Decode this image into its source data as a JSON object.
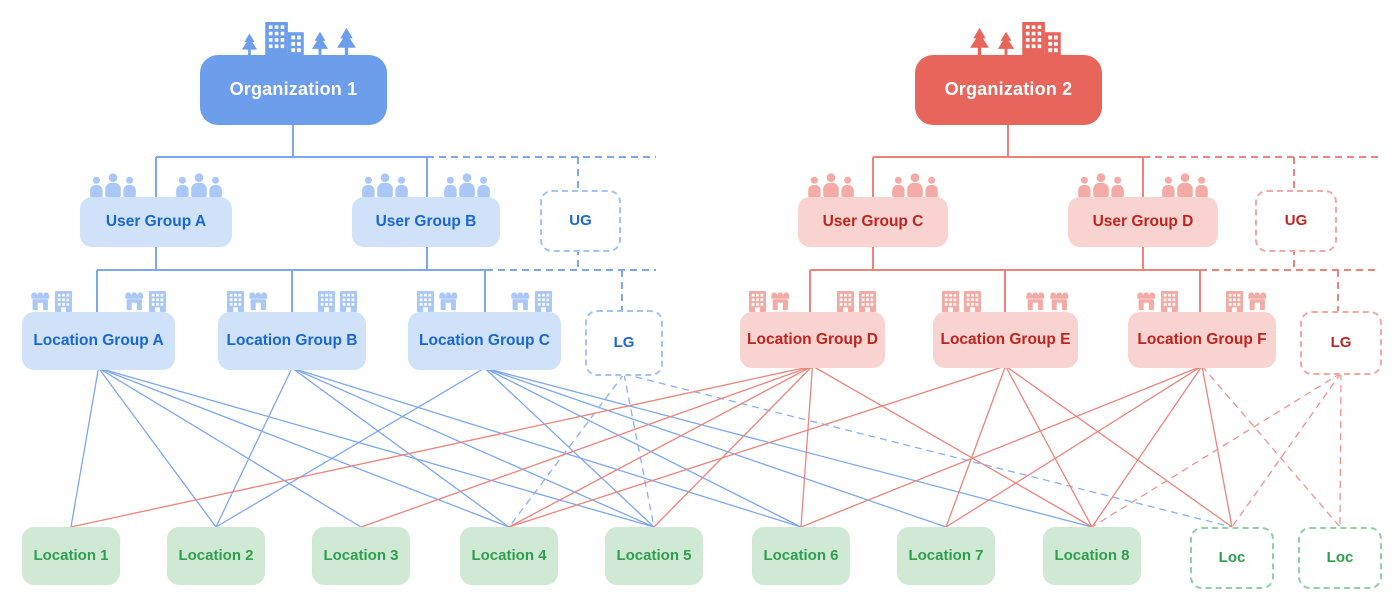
{
  "diagram": {
    "organizations": {
      "org1": "Organization 1",
      "org2": "Organization 2"
    },
    "user_groups": {
      "a": "User Group A",
      "b": "User Group B",
      "c": "User Group C",
      "d": "User Group D",
      "ghost_blue": "UG",
      "ghost_red": "UG"
    },
    "location_groups": {
      "a": "Location Group A",
      "b": "Location Group B",
      "c": "Location Group C",
      "d": "Location Group D",
      "e": "Location Group E",
      "f": "Location Group F",
      "ghost_blue": "LG",
      "ghost_red": "LG"
    },
    "locations": {
      "l1": "Location 1",
      "l2": "Location 2",
      "l3": "Location 3",
      "l4": "Location 4",
      "l5": "Location 5",
      "l6": "Location 6",
      "l7": "Location 7",
      "l8": "Location 8",
      "ghost1": "Loc",
      "ghost2": "Loc"
    },
    "icons": {
      "org1": [
        "tree-icon",
        "building-icon",
        "tree-icon",
        "tree-icon"
      ],
      "org2": [
        "tree-icon",
        "tree-icon",
        "building-icon"
      ],
      "user_group": "people-icon",
      "location_group": [
        "storefront-icon",
        "building-icon"
      ]
    },
    "palette": {
      "org_blue": "#6d9eeb",
      "org_red": "#e8655c",
      "light_blue_fill": "#cfe2f9",
      "light_red_fill": "#f9d3d0",
      "blue_text": "#1a67d2",
      "red_text": "#c0241f",
      "green_fill": "#cfe9d4",
      "green_text": "#2f9e4d",
      "green_dash_border": "#90d0a2",
      "blue_line": "#7da7f2",
      "red_line": "#ee837b",
      "blue_dash": "#8ab1f5",
      "red_dash": "#f0938c",
      "blue_icon": "#a9c7f7",
      "red_icon": "#f4aba5",
      "blue_dash_border": "#a3c3f7",
      "red_dash_border": "#f2a9a3"
    },
    "connections": [
      {
        "from": "lg-a",
        "to": "loc-1",
        "color": "blue",
        "style": "solid"
      },
      {
        "from": "lg-a",
        "to": "loc-2",
        "color": "blue",
        "style": "solid"
      },
      {
        "from": "lg-a",
        "to": "loc-3",
        "color": "blue",
        "style": "solid"
      },
      {
        "from": "lg-a",
        "to": "loc-4",
        "color": "blue",
        "style": "solid"
      },
      {
        "from": "lg-a",
        "to": "loc-5",
        "color": "blue",
        "style": "solid"
      },
      {
        "from": "lg-b",
        "to": "loc-2",
        "color": "blue",
        "style": "solid"
      },
      {
        "from": "lg-b",
        "to": "loc-4",
        "color": "blue",
        "style": "solid"
      },
      {
        "from": "lg-b",
        "to": "loc-5",
        "color": "blue",
        "style": "solid"
      },
      {
        "from": "lg-b",
        "to": "loc-6",
        "color": "blue",
        "style": "solid"
      },
      {
        "from": "lg-c",
        "to": "loc-2",
        "color": "blue",
        "style": "solid"
      },
      {
        "from": "lg-c",
        "to": "loc-5",
        "color": "blue",
        "style": "solid"
      },
      {
        "from": "lg-c",
        "to": "loc-6",
        "color": "blue",
        "style": "solid"
      },
      {
        "from": "lg-c",
        "to": "loc-7",
        "color": "blue",
        "style": "solid"
      },
      {
        "from": "lg-c",
        "to": "loc-8",
        "color": "blue",
        "style": "solid"
      },
      {
        "from": "lg-ghost-blue",
        "to": "loc-4",
        "color": "blue",
        "style": "dashed"
      },
      {
        "from": "lg-ghost-blue",
        "to": "loc-5",
        "color": "blue",
        "style": "dashed"
      },
      {
        "from": "lg-ghost-blue",
        "to": "loc-ghost-1",
        "color": "blue",
        "style": "dashed"
      },
      {
        "from": "lg-d",
        "to": "loc-1",
        "color": "red",
        "style": "solid"
      },
      {
        "from": "lg-d",
        "to": "loc-3",
        "color": "red",
        "style": "solid"
      },
      {
        "from": "lg-d",
        "to": "loc-4",
        "color": "red",
        "style": "solid"
      },
      {
        "from": "lg-d",
        "to": "loc-5",
        "color": "red",
        "style": "solid"
      },
      {
        "from": "lg-d",
        "to": "loc-6",
        "color": "red",
        "style": "solid"
      },
      {
        "from": "lg-d",
        "to": "loc-8",
        "color": "red",
        "style": "solid"
      },
      {
        "from": "lg-e",
        "to": "loc-4",
        "color": "red",
        "style": "solid"
      },
      {
        "from": "lg-e",
        "to": "loc-7",
        "color": "red",
        "style": "solid"
      },
      {
        "from": "lg-e",
        "to": "loc-8",
        "color": "red",
        "style": "solid"
      },
      {
        "from": "lg-e",
        "to": "loc-ghost-1",
        "color": "red",
        "style": "solid"
      },
      {
        "from": "lg-f",
        "to": "loc-6",
        "color": "red",
        "style": "solid"
      },
      {
        "from": "lg-f",
        "to": "loc-7",
        "color": "red",
        "style": "solid"
      },
      {
        "from": "lg-f",
        "to": "loc-8",
        "color": "red",
        "style": "solid"
      },
      {
        "from": "lg-f",
        "to": "loc-ghost-1",
        "color": "red",
        "style": "solid"
      },
      {
        "from": "lg-f",
        "to": "loc-ghost-2",
        "color": "red",
        "style": "dashed"
      },
      {
        "from": "lg-ghost-red",
        "to": "loc-8",
        "color": "red",
        "style": "dashed"
      },
      {
        "from": "lg-ghost-red",
        "to": "loc-ghost-1",
        "color": "red",
        "style": "dashed"
      },
      {
        "from": "lg-ghost-red",
        "to": "loc-ghost-2",
        "color": "red",
        "style": "dashed"
      }
    ]
  }
}
